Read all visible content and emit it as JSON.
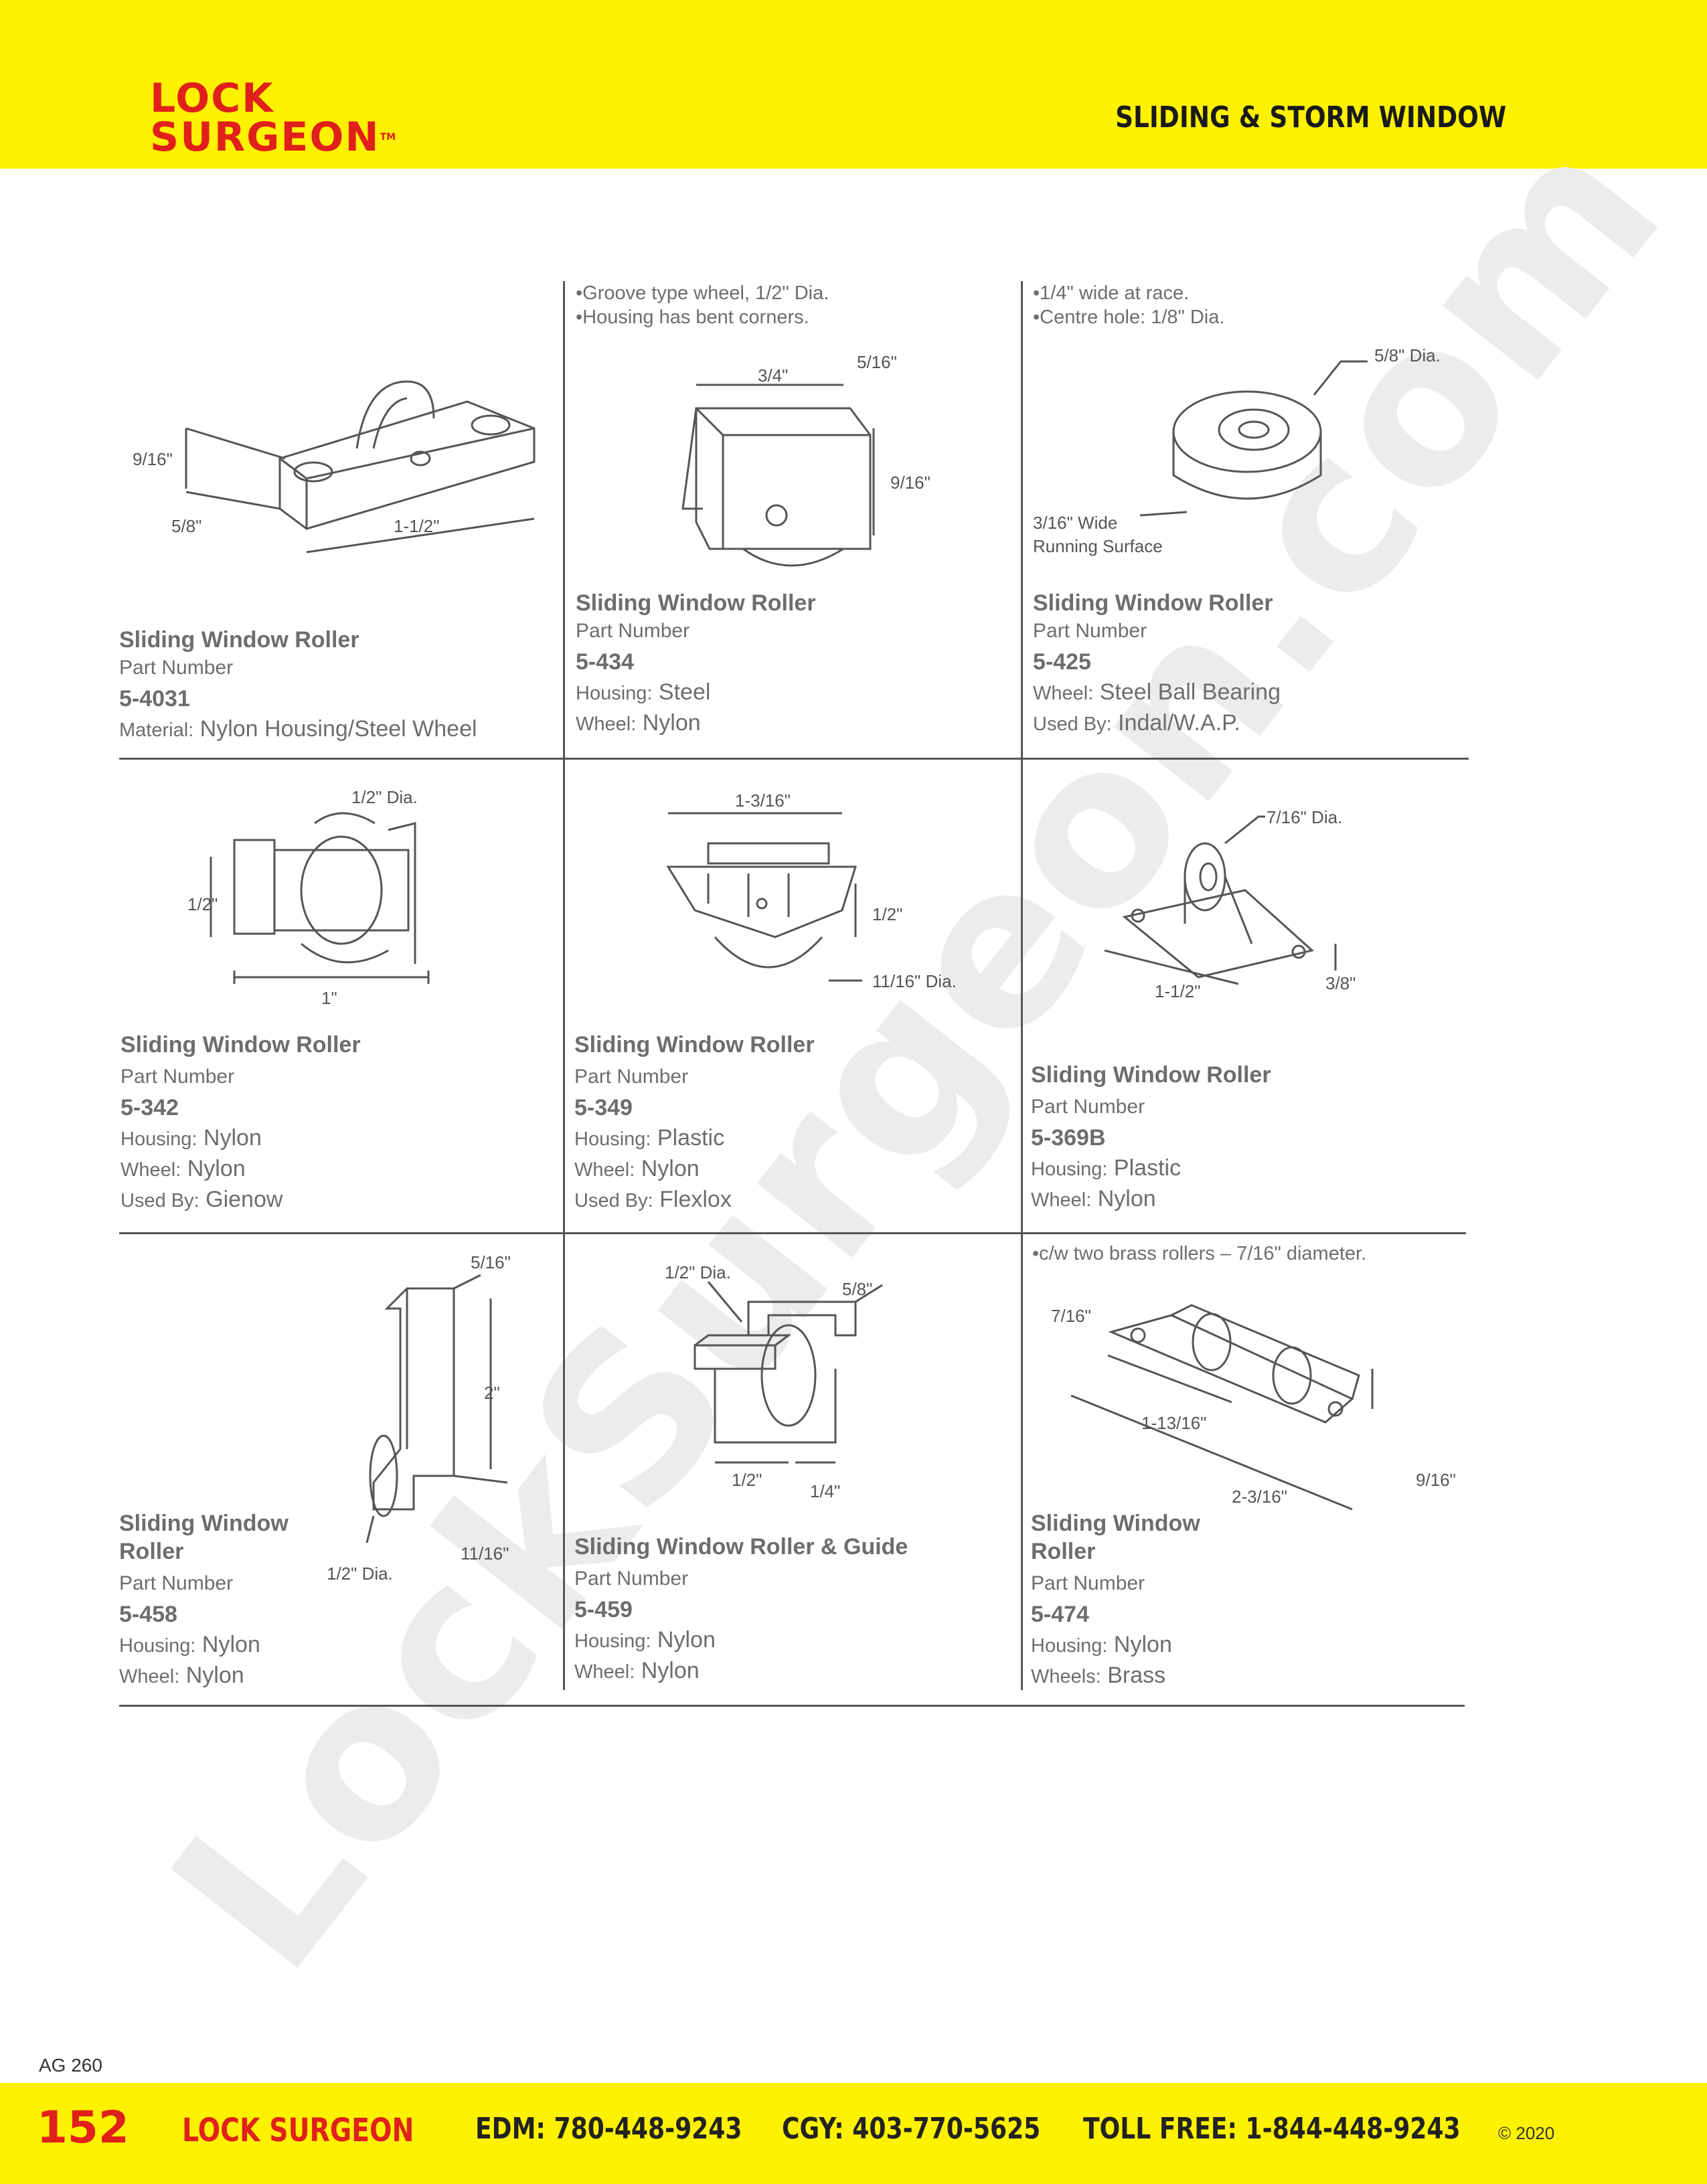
{
  "header": {
    "logo_line1": "LOCK",
    "logo_line2": "SURGEON",
    "logo_tm": "TM",
    "section_title": "SLIDING & STORM WINDOW"
  },
  "watermark": "LockSurgeon.com",
  "labels": {
    "part_number": "Part Number",
    "material": "Material:",
    "housing": "Housing:",
    "wheel": "Wheel:",
    "wheels": "Wheels:",
    "used_by": "Used By:"
  },
  "products": [
    {
      "title": "Sliding Window Roller",
      "part": "5-4031",
      "material": "Nylon Housing/Steel Wheel",
      "dims": [
        "9/16\"",
        "5/8\"",
        "1-1/2\""
      ]
    },
    {
      "title": "Sliding Window Roller",
      "part": "5-434",
      "housing": "Steel",
      "wheel": "Nylon",
      "notes": [
        "•Groove type wheel, 1/2\" Dia.",
        "•Housing has bent corners."
      ],
      "dims": [
        "3/4\"",
        "5/16\"",
        "9/16\""
      ]
    },
    {
      "title": "Sliding Window Roller",
      "part": "5-425",
      "wheel": "Steel Ball Bearing",
      "used_by": "Indal/W.A.P.",
      "notes": [
        "•1/4\" wide at race.",
        "•Centre hole: 1/8\" Dia."
      ],
      "dims": [
        "5/8\" Dia.",
        "3/16\" Wide",
        "Running Surface"
      ]
    },
    {
      "title": "Sliding Window Roller",
      "part": "5-342",
      "housing": "Nylon",
      "wheel": "Nylon",
      "used_by": "Gienow",
      "dims": [
        "1/2\" Dia.",
        "1/2\"",
        "1\""
      ]
    },
    {
      "title": "Sliding Window Roller",
      "part": "5-349",
      "housing": "Plastic",
      "wheel": "Nylon",
      "used_by": "Flexlox",
      "dims": [
        "1-3/16\"",
        "1/2\"",
        "11/16\" Dia."
      ]
    },
    {
      "title": "Sliding Window Roller",
      "part": "5-369B",
      "housing": "Plastic",
      "wheel": "Nylon",
      "dims": [
        "7/16\" Dia.",
        "1-1/2\"",
        "3/8\""
      ]
    },
    {
      "title_line1": "Sliding Window",
      "title_line2": "Roller",
      "part": "5-458",
      "housing": "Nylon",
      "wheel": "Nylon",
      "dims": [
        "5/16\"",
        "2\"",
        "11/16\"",
        "1/2\" Dia."
      ]
    },
    {
      "title": "Sliding Window Roller & Guide",
      "part": "5-459",
      "housing": "Nylon",
      "wheel": "Nylon",
      "dims": [
        "1/2\" Dia.",
        "5/8\"",
        "1/2\"",
        "1/4\""
      ]
    },
    {
      "title_line1": "Sliding Window",
      "title_line2": "Roller",
      "part": "5-474",
      "housing": "Nylon",
      "wheels": "Brass",
      "notes": [
        "•c/w two brass rollers – 7/16\" diameter."
      ],
      "dims": [
        "7/16\"",
        "1-13/16\"",
        "2-3/16\"",
        "9/16\""
      ]
    }
  ],
  "footer": {
    "page_number": "152",
    "catalog_code": "AG 260",
    "brand": "LOCK SURGEON",
    "edm": "EDM: 780-448-9243",
    "cgy": "CGY: 403-770-5625",
    "toll_free": "TOLL FREE: 1-844-448-9243",
    "copyright": "© 2020"
  }
}
